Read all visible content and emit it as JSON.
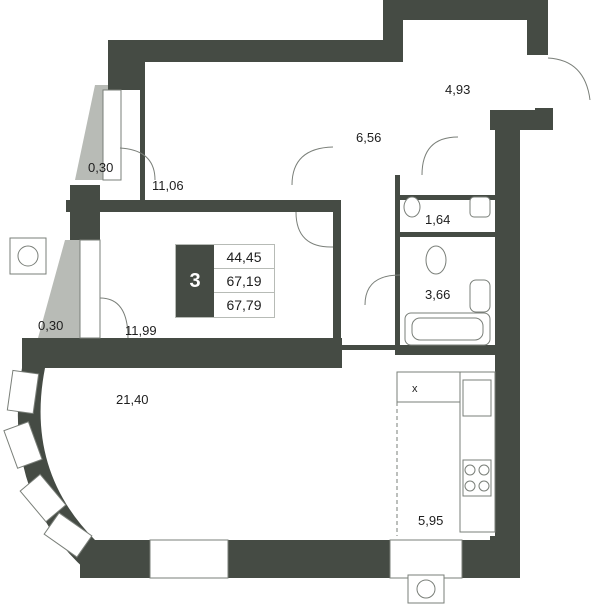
{
  "rooms": [
    {
      "id": "entry",
      "area": "4,93"
    },
    {
      "id": "hall",
      "area": "6,56"
    },
    {
      "id": "bedroom-top",
      "area": "11,06"
    },
    {
      "id": "balcony-top",
      "area": "0,30"
    },
    {
      "id": "wc",
      "area": "1,64"
    },
    {
      "id": "bathroom",
      "area": "3,66"
    },
    {
      "id": "bedroom-mid",
      "area": "11,99"
    },
    {
      "id": "balcony-mid",
      "area": "0,30"
    },
    {
      "id": "living",
      "area": "21,40"
    },
    {
      "id": "kitchen",
      "area": "5,95"
    }
  ],
  "badge": {
    "rooms_count": "3",
    "living_area": "44,45",
    "total_area": "67,19",
    "total_area_with_balcony": "67,79"
  },
  "colors": {
    "wall": "#454b44",
    "balcony_fill": "#b8bbb6",
    "line": "#7a7f79"
  },
  "kitchen_marks": {
    "cross": "x"
  }
}
